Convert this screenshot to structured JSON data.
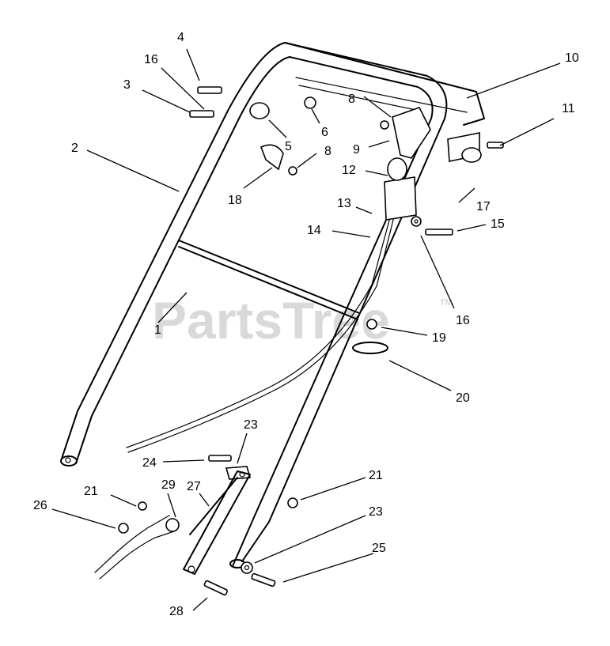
{
  "watermark": {
    "text": "PartsTree",
    "trademark": "TM"
  },
  "callouts": [
    {
      "id": "1",
      "text": "1"
    },
    {
      "id": "2",
      "text": "2"
    },
    {
      "id": "3",
      "text": "3"
    },
    {
      "id": "4",
      "text": "4"
    },
    {
      "id": "5",
      "text": "5"
    },
    {
      "id": "6",
      "text": "6"
    },
    {
      "id": "8a",
      "text": "8"
    },
    {
      "id": "8b",
      "text": "8"
    },
    {
      "id": "9",
      "text": "9"
    },
    {
      "id": "10",
      "text": "10"
    },
    {
      "id": "11",
      "text": "11"
    },
    {
      "id": "12",
      "text": "12"
    },
    {
      "id": "13",
      "text": "13"
    },
    {
      "id": "14",
      "text": "14"
    },
    {
      "id": "15",
      "text": "15"
    },
    {
      "id": "16a",
      "text": "16"
    },
    {
      "id": "16b",
      "text": "16"
    },
    {
      "id": "17",
      "text": "17"
    },
    {
      "id": "18",
      "text": "18"
    },
    {
      "id": "19",
      "text": "19"
    },
    {
      "id": "20",
      "text": "20"
    },
    {
      "id": "21a",
      "text": "21"
    },
    {
      "id": "21b",
      "text": "21"
    },
    {
      "id": "23a",
      "text": "23"
    },
    {
      "id": "23b",
      "text": "23"
    },
    {
      "id": "24",
      "text": "24"
    },
    {
      "id": "25",
      "text": "25"
    },
    {
      "id": "26",
      "text": "26"
    },
    {
      "id": "27",
      "text": "27"
    },
    {
      "id": "28",
      "text": "28"
    },
    {
      "id": "29",
      "text": "29"
    }
  ]
}
